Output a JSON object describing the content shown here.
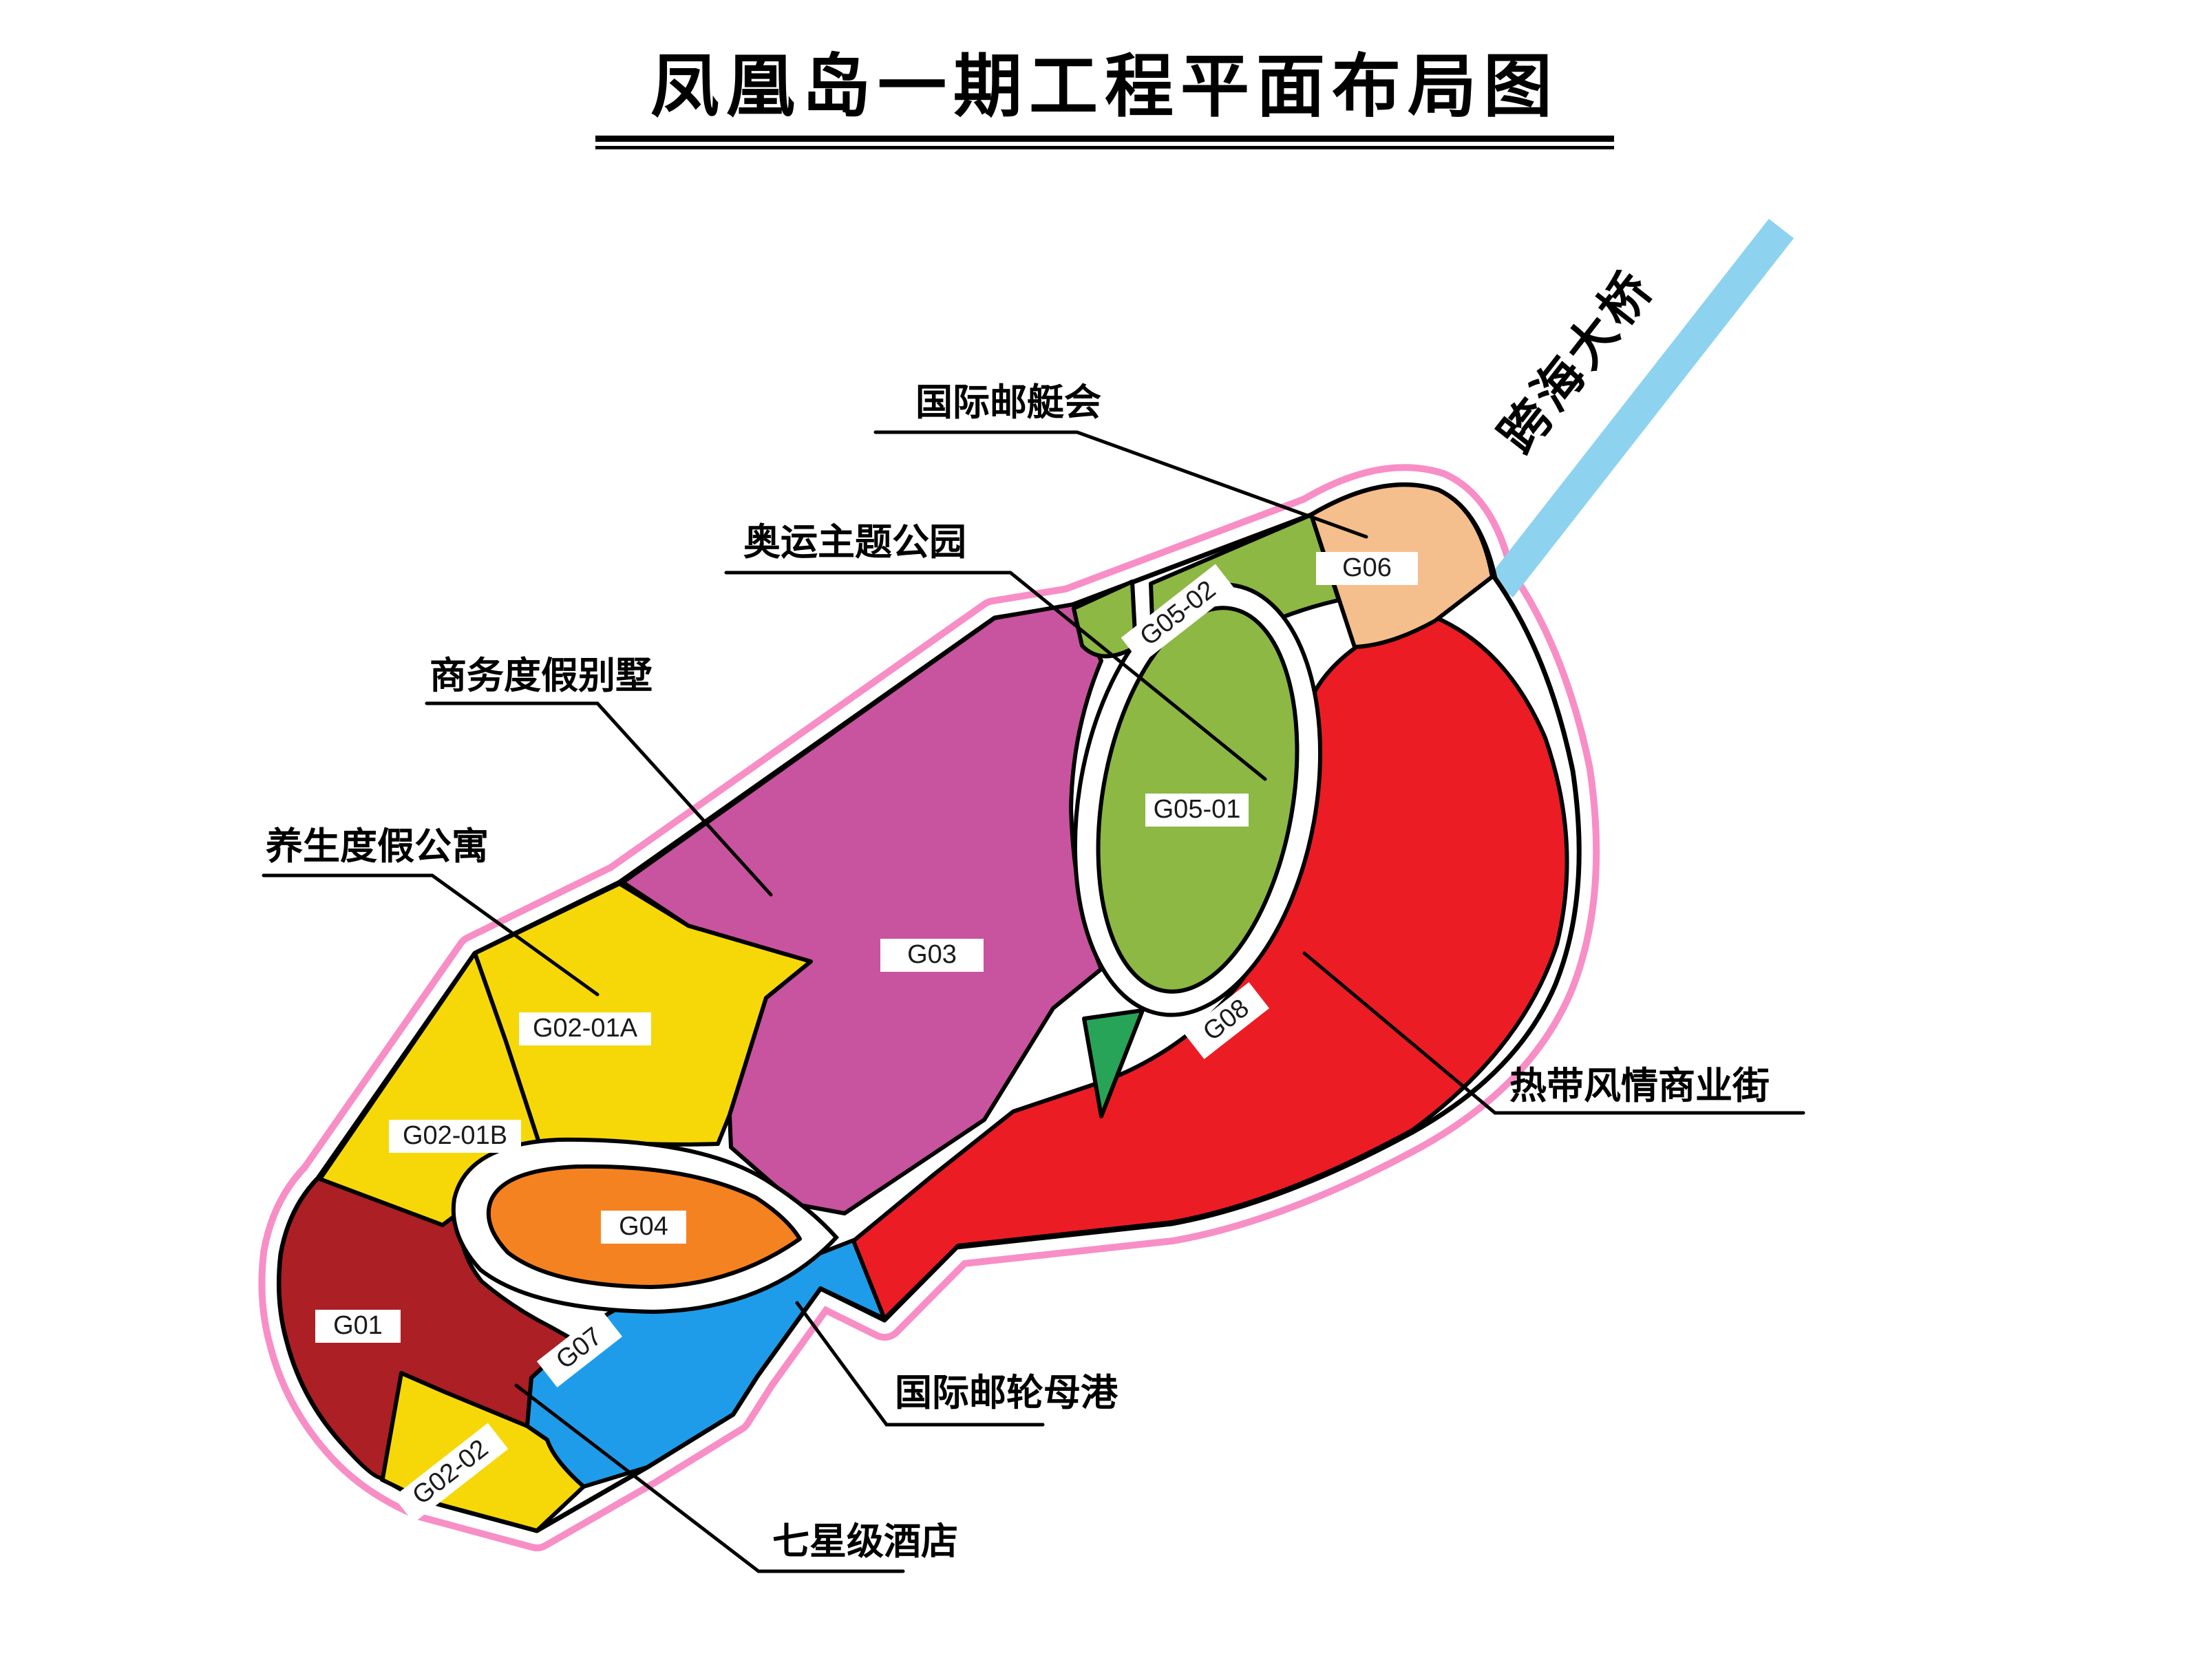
{
  "title": {
    "text": "凤凰岛一期工程平面布局图"
  },
  "bridge": {
    "label": "跨海大桥",
    "color": "#8DD3F0"
  },
  "island": {
    "outline_pink": "#F88EC6",
    "outline_black": "#000000",
    "land": "#FFFFFF"
  },
  "zones": [
    {
      "id": "G01",
      "label": "G01",
      "color": "#AC1F24",
      "use": "七星级酒店"
    },
    {
      "id": "G02-01A",
      "label": "G02-01A",
      "color": "#F6D808",
      "use": "养生度假公寓"
    },
    {
      "id": "G02-01B",
      "label": "G02-01B",
      "color": "#F6D808",
      "use": ""
    },
    {
      "id": "G02-02",
      "label": "G02-02",
      "color": "#F6D808",
      "use": ""
    },
    {
      "id": "G03",
      "label": "G03",
      "color": "#C8539F",
      "use": "商务度假别墅"
    },
    {
      "id": "G04",
      "label": "G04",
      "color": "#F58220",
      "use": ""
    },
    {
      "id": "G05-01",
      "label": "G05-01",
      "color": "#8CB843",
      "use": "奥运主题公园"
    },
    {
      "id": "G05-02",
      "label": "G05-02",
      "color": "#8CB843",
      "use": ""
    },
    {
      "id": "G06",
      "label": "G06",
      "color": "#F5BE8D",
      "use": "国际邮艇会"
    },
    {
      "id": "G07",
      "label": "G07",
      "color": "#1F9CE9",
      "use": "国际邮轮母港"
    },
    {
      "id": "G08",
      "label": "G08",
      "color": "#EC1C24",
      "use": "热带风情商业街"
    }
  ],
  "green_triangle_color": "#27A457",
  "callouts": [
    {
      "text": "国际邮艇会"
    },
    {
      "text": "奥运主题公园"
    },
    {
      "text": "商务度假别墅"
    },
    {
      "text": "养生度假公寓"
    },
    {
      "text": "热带风情商业街"
    },
    {
      "text": "国际邮轮母港"
    },
    {
      "text": "七星级酒店"
    }
  ]
}
